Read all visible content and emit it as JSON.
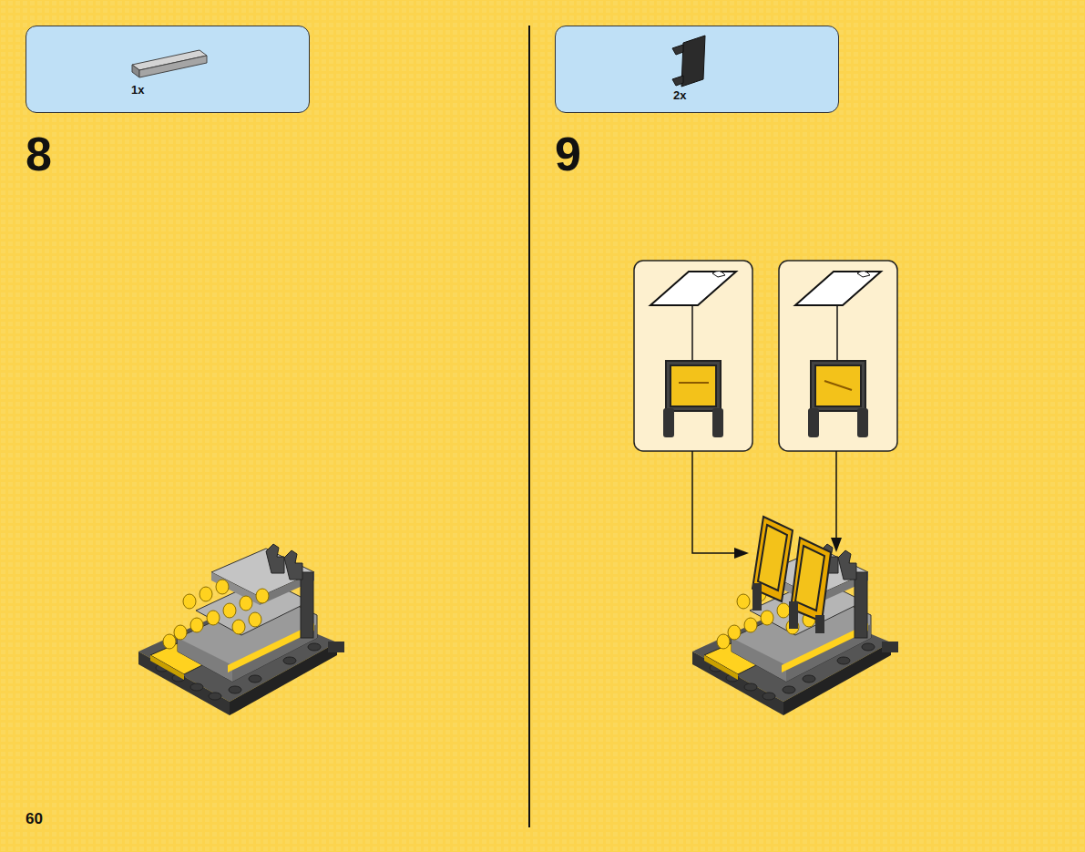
{
  "diagram": {
    "nodes": [
      {
        "text": [
          "1x"
        ]
      },
      {
        "text": [
          "2x"
        ]
      }
    ],
    "labels": [
      "8",
      "9",
      "60"
    ]
  }
}
